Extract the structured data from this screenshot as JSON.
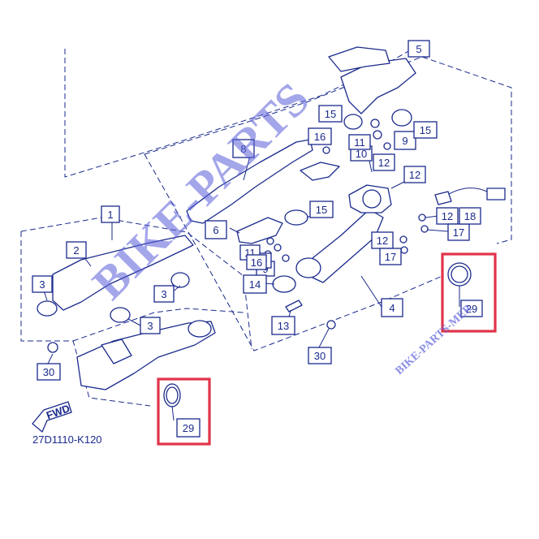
{
  "diagram_code": "27D1110-K120",
  "fwd_label": "FWD",
  "watermarks": {
    "main": "BIKE-PARTS",
    "small": "BIKE-PARTS-MER"
  },
  "colors": {
    "line": "#1a2a8c",
    "highlight": "#e0344a",
    "watermark": "#5b5fd9"
  },
  "callouts": [
    {
      "id": "c1",
      "label": "1"
    },
    {
      "id": "c2",
      "label": "2"
    },
    {
      "id": "c3a",
      "label": "3"
    },
    {
      "id": "c3b",
      "label": "3"
    },
    {
      "id": "c3c",
      "label": "3"
    },
    {
      "id": "c4",
      "label": "4"
    },
    {
      "id": "c5",
      "label": "5"
    },
    {
      "id": "c6",
      "label": "6"
    },
    {
      "id": "c8",
      "label": "8"
    },
    {
      "id": "c9a",
      "label": "9"
    },
    {
      "id": "c9b",
      "label": "9"
    },
    {
      "id": "c10a",
      "label": "10"
    },
    {
      "id": "c10b",
      "label": "10"
    },
    {
      "id": "c11a",
      "label": "11"
    },
    {
      "id": "c11b",
      "label": "11"
    },
    {
      "id": "c12a",
      "label": "12"
    },
    {
      "id": "c12b",
      "label": "12"
    },
    {
      "id": "c12c",
      "label": "12"
    },
    {
      "id": "c12d",
      "label": "12"
    },
    {
      "id": "c13",
      "label": "13"
    },
    {
      "id": "c14",
      "label": "14"
    },
    {
      "id": "c15a",
      "label": "15"
    },
    {
      "id": "c15b",
      "label": "15"
    },
    {
      "id": "c15c",
      "label": "15"
    },
    {
      "id": "c16a",
      "label": "16"
    },
    {
      "id": "c16b",
      "label": "16"
    },
    {
      "id": "c17a",
      "label": "17"
    },
    {
      "id": "c17b",
      "label": "17"
    },
    {
      "id": "c18",
      "label": "18"
    },
    {
      "id": "c29a",
      "label": "29"
    },
    {
      "id": "c29b",
      "label": "29"
    },
    {
      "id": "c30a",
      "label": "30"
    },
    {
      "id": "c30b",
      "label": "30"
    }
  ]
}
